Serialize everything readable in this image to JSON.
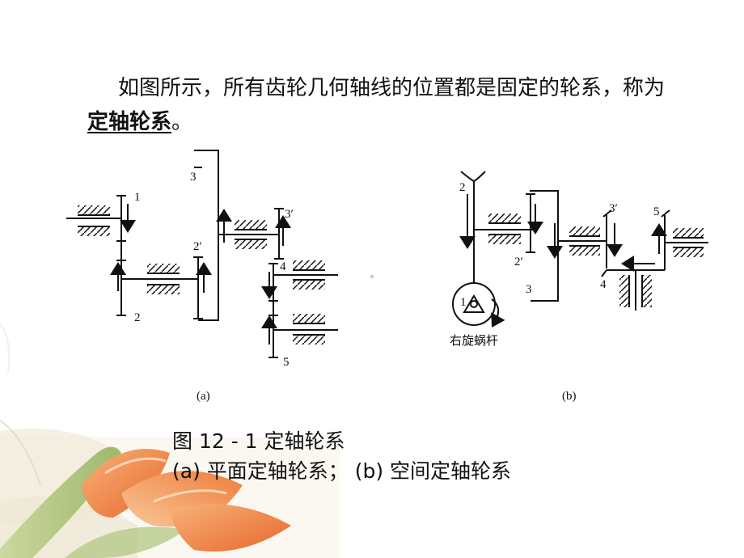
{
  "paragraph": {
    "text_before": "如图所示，所有齿轮几何轴线的位置都是固定的轮系，称为",
    "term": "定轴轮系",
    "text_after": "。"
  },
  "diagram_a": {
    "caption": "(a)",
    "labels": [
      "1",
      "2",
      "3",
      "2′",
      "3′",
      "4",
      "5"
    ]
  },
  "diagram_b": {
    "caption": "(b)",
    "labels": [
      "2",
      "2′",
      "3",
      "3′",
      "4",
      "5",
      "1"
    ],
    "worm_label": "右旋蜗杆"
  },
  "figure": {
    "title": "图 12 - 1 定轴轮系",
    "subtitle": "(a) 平面定轴轮系；  (b) 空间定轴轮系"
  }
}
